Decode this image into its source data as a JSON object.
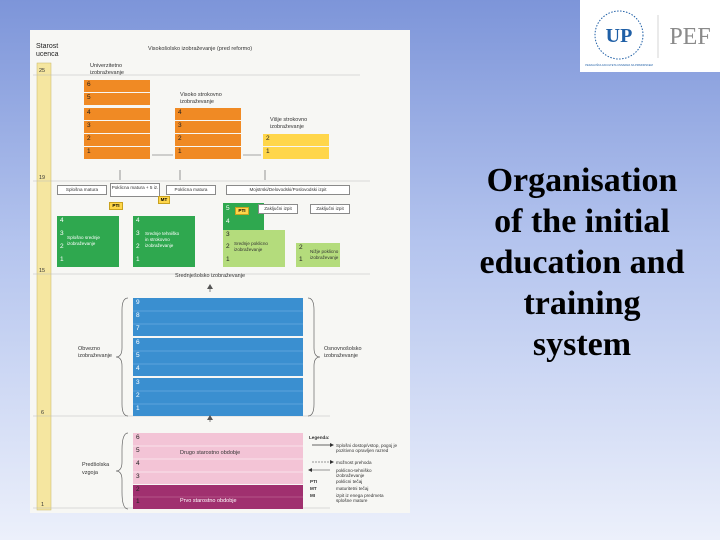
{
  "diagram": {
    "axis_title": [
      "Starost",
      "ucenca"
    ],
    "ages": [
      "25",
      "19",
      "15",
      "6",
      "1"
    ],
    "top_label": "Visokošolsko izobraževanje (pred reformo)",
    "university_label": [
      "Univerzitetno",
      "izobraževanje"
    ],
    "university_years": [
      "6",
      "5",
      "4",
      "3",
      "2",
      "1"
    ],
    "prof_label": [
      "Visoko strokovno",
      "izobraževanje"
    ],
    "prof_years": [
      "4",
      "3",
      "2",
      "1"
    ],
    "higher_voc_label": [
      "Višje strokovno",
      "izobraževanje"
    ],
    "higher_voc_years": [
      "2",
      "1"
    ],
    "exam_boxes": [
      "Splošna matura",
      "Poklicna matura + 5 iz.",
      "Poklicna matura",
      "Mojstrski/Delovodski/Poslovodski izpit"
    ],
    "final_exam_labels": [
      "Zaključni izpit",
      "Zaključni izpit"
    ],
    "markers": [
      "PTI",
      "MT"
    ],
    "general_sec_years": [
      "4",
      "3",
      "2",
      "1"
    ],
    "general_sec_label": [
      "Splošno srednje",
      "izobraževanje"
    ],
    "tech_sec_years": [
      "4",
      "3",
      "2",
      "1"
    ],
    "tech_sec_label": [
      "Srednje tehniško",
      "in strokovno",
      "izobraževanje"
    ],
    "voc_years": [
      "5",
      "4",
      "3",
      "2",
      "1"
    ],
    "pti_tag": "PTI",
    "voc_label": [
      "Srednje poklicno",
      "izobraževanje"
    ],
    "lower_voc_years": [
      "2",
      "1"
    ],
    "lower_voc_label": [
      "Nižje poklicno",
      "izobraževanje"
    ],
    "secondary_label": "Srednješolsko izobraževanje",
    "basic_years": [
      "9",
      "8",
      "7",
      "6",
      "5",
      "4",
      "3",
      "2",
      "1"
    ],
    "basic_left_label": [
      "Obvezno",
      "izobraževanje"
    ],
    "basic_right_label": [
      "Osnovnošolsko",
      "izobraževanje"
    ],
    "preschool_years": [
      "6",
      "5",
      "4",
      "3",
      "2",
      "1"
    ],
    "preschool_label": [
      "Predšolska",
      "vzgoja"
    ],
    "second_period": "Drugo starostno obdobje",
    "first_period": "Prvo starostno obdobje",
    "legend_title": "Legenda:",
    "legend_items": [
      {
        "sym": "",
        "text": "Splošni dostop/vstop, pogoj je pozitivno opravljen razred"
      },
      {
        "sym": "",
        "text": "možnost prehoda"
      },
      {
        "sym": "",
        "text": "poklicno-tehniško izobraževanje"
      },
      {
        "sym": "PTI",
        "text": "poklicni tečaj"
      },
      {
        "sym": "MT",
        "text": "maturitetni tečaj"
      },
      {
        "sym": "MI",
        "text": "izpit iz enega predmeta splošne mature"
      }
    ]
  },
  "title_lines": [
    "Organisation",
    "of the initial",
    "education and",
    "training",
    "system"
  ],
  "logo_left": "UP",
  "logo_ring_text": "PEDAGOŠKA FAKULTETA UNIVERZA NA PRIMORSKEM",
  "logo_right": "PEF",
  "colors": {
    "orange": "#f08a24",
    "yellow": "#ffd64a",
    "green": "#2fa84f",
    "light_green": "#b4dc7c",
    "blue": "#3a8fd0",
    "pink": "#f3c4d6",
    "magenta": "#a0306f",
    "age_column": "#f5e6a0"
  }
}
